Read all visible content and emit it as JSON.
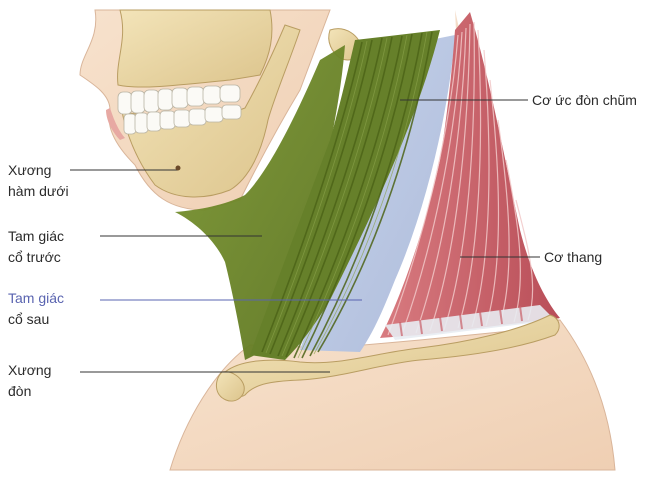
{
  "labels": {
    "scm": "Cơ ức đòn chũm",
    "trapezius": "Cơ thang",
    "mandible": {
      "line1": "Xương",
      "line2": "hàm dưới"
    },
    "anterior_triangle": {
      "line1": "Tam giác",
      "line2": "cổ trước"
    },
    "posterior_triangle": {
      "line1": "Tam giác",
      "line2": "cổ sau"
    },
    "clavicle": {
      "line1": "Xương",
      "line2": "đòn"
    }
  },
  "colors": {
    "skin": "#f5dcc4",
    "bone": "#ecd9a8",
    "anterior_triangle": "#6f8a2a",
    "scm_muscle": "#5f7a22",
    "posterior_triangle": "#b8c6e2",
    "trapezius": "#c9616a",
    "label_text": "#2b2b2b",
    "posterior_label_text": "#5a64b0"
  }
}
